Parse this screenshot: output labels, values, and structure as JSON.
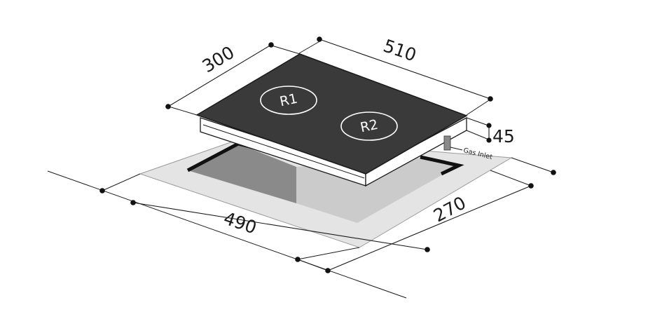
{
  "dimensions": {
    "width_top": "510",
    "depth_top": "300",
    "height": "45",
    "cutout_width": "490",
    "cutout_depth": "270"
  },
  "burners": [
    "R1",
    "R2"
  ],
  "labels": {
    "gas_inlet": "Gas Inlet"
  },
  "colors": {
    "glass_top": "#3a3a3a",
    "cutout_surface": "#e4e4e4",
    "cavity_left": "#8a8a8a",
    "cavity_right": "#c9c9c9",
    "cavity_edge": "#111111",
    "outline": "#1a1a1a"
  }
}
